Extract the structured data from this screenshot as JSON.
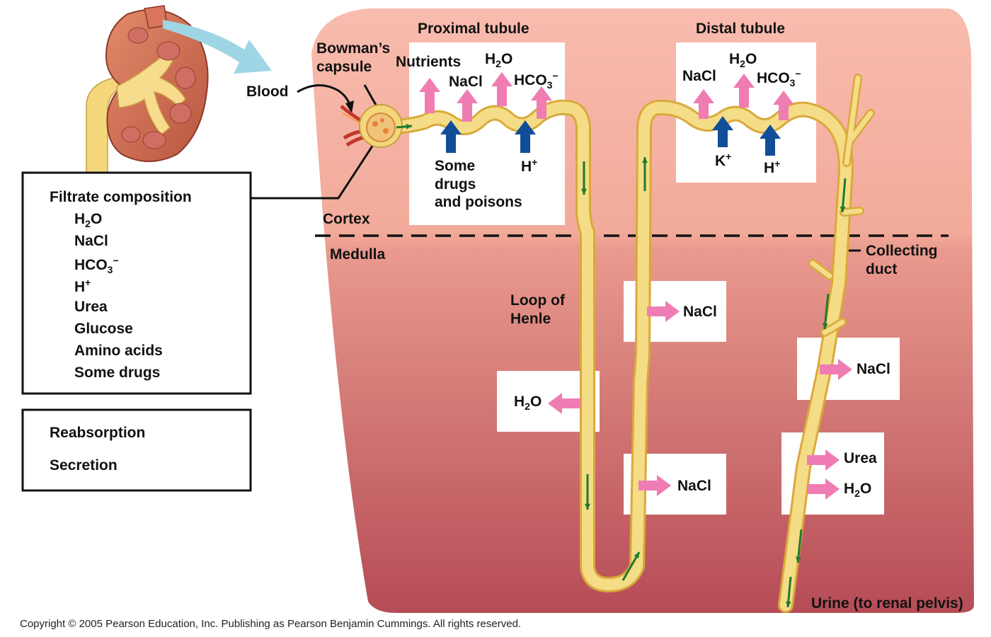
{
  "labels": {
    "proximal_tubule": "Proximal tubule",
    "distal_tubule": "Distal tubule",
    "bowmans_capsule": "Bowman’s\ncapsule",
    "blood": "Blood",
    "cortex": "Cortex",
    "medulla": "Medulla",
    "loop_of_henle": "Loop of\nHenle",
    "collecting_duct": "Collecting\nduct",
    "urine": "Urine (to renal pelvis)",
    "nutrients": "Nutrients",
    "nacl": "NaCl",
    "h2o_base": "H",
    "h2o_sub": "2",
    "h2o_tail": "O",
    "hco3_base": "HCO",
    "hco3_sub": "3",
    "hco3_sup": "−",
    "h_base": "H",
    "h_sup": "+",
    "k_base": "K",
    "k_sup": "+",
    "some_drugs_poisons": "Some\ndrugs\nand poisons",
    "urea": "Urea"
  },
  "filtrate": {
    "title": "Filtrate composition",
    "items": [
      "Urea",
      "Glucose",
      "Amino acids",
      "Some drugs"
    ]
  },
  "legend": {
    "reabsorption": "Reabsorption",
    "secretion": "Secretion"
  },
  "copyright": "Copyright ©  2005 Pearson Education, Inc. Publishing as Pearson Benjamin Cummings. All rights reserved.",
  "colors": {
    "reabsorption_arrow": "#f07cb4",
    "secretion_arrow": "#114e9a",
    "flow_arrow": "#1e7a2a",
    "tubule": "#f3d77a",
    "tubule_outline": "#d9a93a",
    "cortex_bg": "#f6b4a4",
    "medulla_bottom": "#b84d55",
    "blood_inlet": "#9fd6e6"
  }
}
